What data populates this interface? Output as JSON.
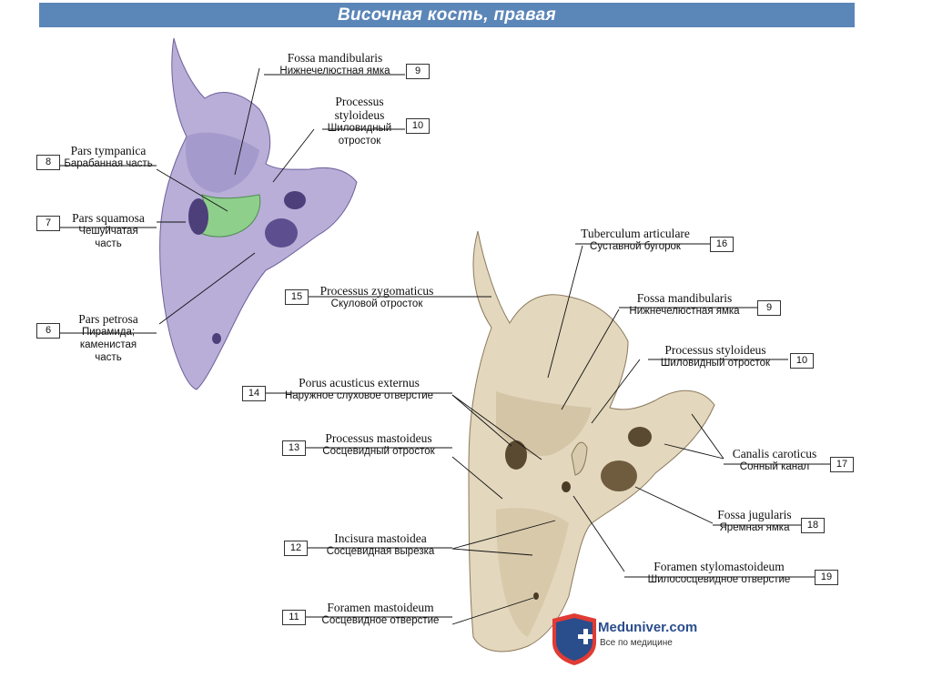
{
  "title": "Височная кость, правая",
  "watermark": {
    "title": "Meduniver.com",
    "subtitle": "Все по медицине"
  },
  "colors": {
    "banner": "#5b86b8",
    "bone_left": "#b8aed8",
    "bone_right": "#e3d7bd",
    "tympanic_green": "#8fcf8c"
  },
  "labels": [
    {
      "id": "l9a",
      "lat": "Fossa mandibularis",
      "ru": "Нижнечелюстная ямка",
      "num": "9"
    },
    {
      "id": "l10a",
      "lat": "Processus styloideus",
      "ru": "Шиловидный отросток",
      "num": "10"
    },
    {
      "id": "l8",
      "lat": "Pars tympanica",
      "ru": "Барабанная часть",
      "num": "8"
    },
    {
      "id": "l7",
      "lat": "Pars squamosa",
      "ru": "Чешуйчатая часть",
      "num": "7"
    },
    {
      "id": "l6",
      "lat": "Pars petrosa",
      "ru": "Пирамида; каменистая часть",
      "num": "6"
    },
    {
      "id": "l16",
      "lat": "Tuberculum articulare",
      "ru": "Суставной бугорок",
      "num": "16"
    },
    {
      "id": "l15",
      "lat": "Processus zygomaticus",
      "ru": "Скуловой отросток",
      "num": "15"
    },
    {
      "id": "l9b",
      "lat": "Fossa mandibularis",
      "ru": "Нижнечелюстная ямка",
      "num": "9"
    },
    {
      "id": "l10b",
      "lat": "Processus styloideus",
      "ru": "Шиловидный отросток",
      "num": "10"
    },
    {
      "id": "l14",
      "lat": "Porus acusticus externus",
      "ru": "Наружное слуховое отверстие",
      "num": "14"
    },
    {
      "id": "l13",
      "lat": "Processus mastoideus",
      "ru": "Сосцевидный отросток",
      "num": "13"
    },
    {
      "id": "l17",
      "lat": "Canalis caroticus",
      "ru": "Сонный канал",
      "num": "17"
    },
    {
      "id": "l12",
      "lat": "Incisura mastoidea",
      "ru": "Сосцевидная вырезка",
      "num": "12"
    },
    {
      "id": "l18",
      "lat": "Fossa jugularis",
      "ru": "Яремная ямка",
      "num": "18"
    },
    {
      "id": "l19",
      "lat": "Foramen stylomastoideum",
      "ru": "Шилососцевидное отверстие",
      "num": "19"
    },
    {
      "id": "l11",
      "lat": "Foramen mastoideum",
      "ru": "Сосцевидное отверстие",
      "num": "11"
    }
  ]
}
